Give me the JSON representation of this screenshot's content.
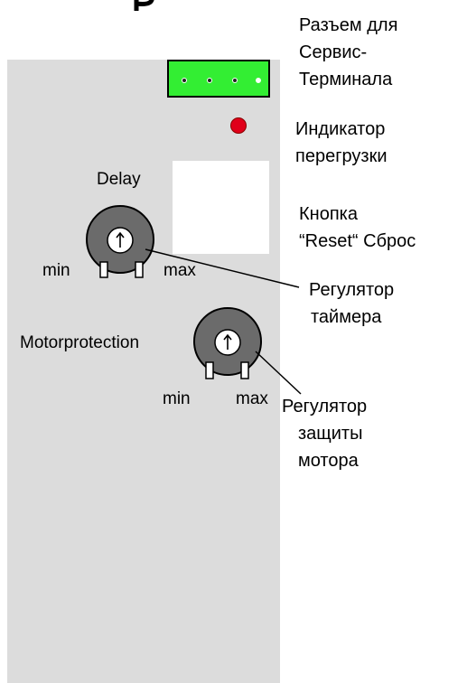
{
  "panel": {
    "delay_label": "Delay",
    "delay_min": "min",
    "delay_max": "max",
    "motor_label": "Motorprotection",
    "motor_min": "min",
    "motor_max": "max"
  },
  "callouts": {
    "connector": [
      "Разъем для",
      "Сервис-",
      "Терминала"
    ],
    "led": [
      "Индикатор",
      "перегрузки"
    ],
    "reset": [
      "Кнопка",
      "“Reset“ Сброс"
    ],
    "timer": [
      "Регулятор",
      "таймера"
    ],
    "motor": [
      "Регулятор",
      "защиты",
      "мотора"
    ]
  },
  "colors": {
    "panel": "#dcdcdc",
    "connector": "#33ee33",
    "led": "#e0001a",
    "knob": "#6b6b6b"
  }
}
